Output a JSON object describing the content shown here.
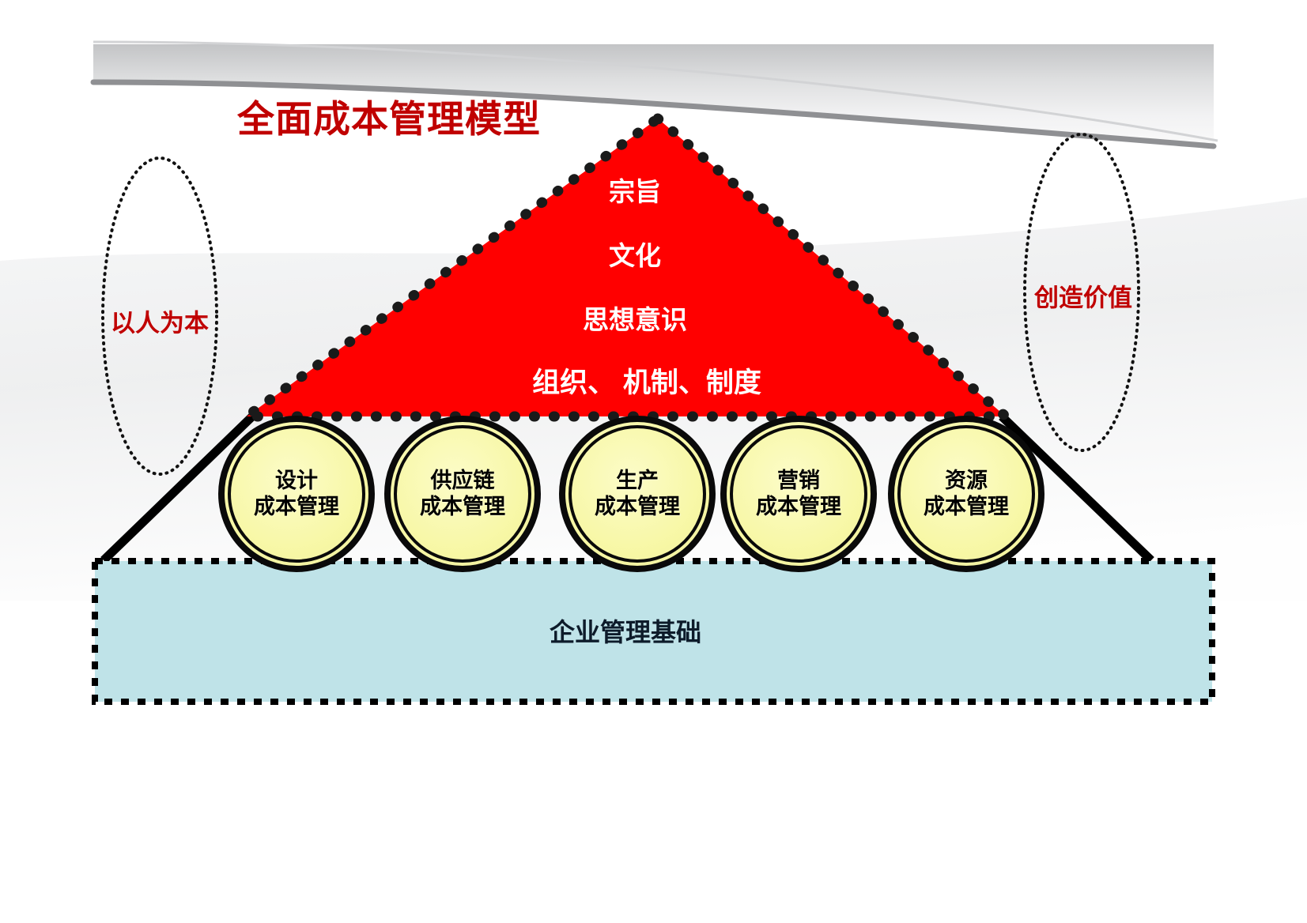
{
  "page": {
    "title": "全面成本管理模型",
    "title_color": "#c00000",
    "background_color": "#ffffff"
  },
  "header_decoration": {
    "name": "gray-swoosh-band",
    "fill_top": "#c9cacb",
    "fill_bottom": "#f7f7f8",
    "edge_color": "#9a9b9e"
  },
  "pyramid": {
    "fill_color": "#ff0000",
    "border_style": "dotted",
    "border_color": "#1a1a1a",
    "lines": [
      "宗旨",
      "文化",
      "思想意识",
      "组织、 机制、制度"
    ],
    "text_color": "#ffffff"
  },
  "side_ellipses": {
    "left": {
      "label": "以人为本",
      "color": "#c00000",
      "border_style": "dotted"
    },
    "right": {
      "label": "创造价值",
      "color": "#c00000",
      "border_style": "dotted"
    }
  },
  "pillars": {
    "fill_color": "#f8f8a8",
    "ring_color": "#000000",
    "text_color": "#000000",
    "items": [
      {
        "top": "设计",
        "bottom": "成本管理"
      },
      {
        "top": "供应链",
        "bottom": "成本管理"
      },
      {
        "top": "生产",
        "bottom": "成本管理"
      },
      {
        "top": "营销",
        "bottom": "成本管理"
      },
      {
        "top": "资源",
        "bottom": "成本管理"
      }
    ]
  },
  "base": {
    "label": "企业管理基础",
    "fill_color": "#bfe3e8",
    "border_style": "dotted",
    "border_color": "#000000",
    "text_color": "#0d1b2a"
  },
  "diagonals": {
    "name": "pyramid-base-legs",
    "color": "#000000"
  }
}
